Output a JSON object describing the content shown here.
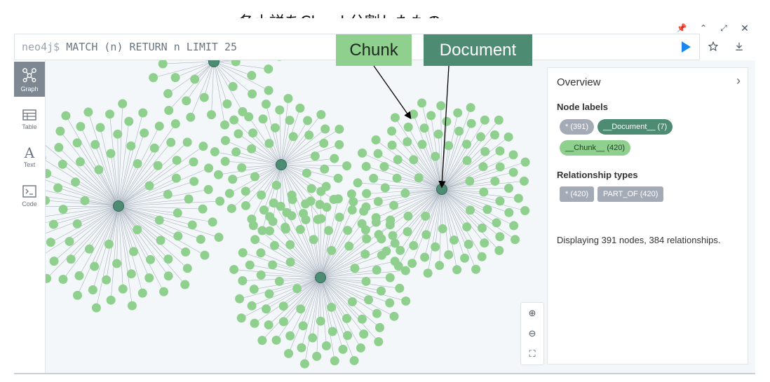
{
  "caption": "各小説をChunk分割したもの",
  "callouts": {
    "chunk": "Chunk",
    "document": "Document"
  },
  "query": {
    "prompt": "neo4j$",
    "text": "MATCH (n) RETURN n LIMIT 25"
  },
  "window_icons": [
    "pin-icon",
    "collapse-icon",
    "fullscreen-icon",
    "close-icon"
  ],
  "sidebar": {
    "items": [
      {
        "label": "Graph",
        "icon": "graph-icon",
        "active": true
      },
      {
        "label": "Table",
        "icon": "table-icon",
        "active": false
      },
      {
        "label": "Text",
        "icon": "text-icon",
        "active": false
      },
      {
        "label": "Code",
        "icon": "code-icon",
        "active": false
      }
    ]
  },
  "panel": {
    "title": "Overview",
    "node_labels_heading": "Node labels",
    "node_labels": [
      "* (391)",
      "__Document__ (7)",
      "__Chunk__ (420)"
    ],
    "relationship_heading": "Relationship types",
    "relationship_types": [
      "* (420)",
      "PART_OF (420)"
    ],
    "summary": "Displaying 391 nodes, 384 relationships."
  },
  "colors": {
    "chunk_node": "#8fd08e",
    "document_node": "#4e8b73",
    "edge": "#a9b2bd"
  }
}
